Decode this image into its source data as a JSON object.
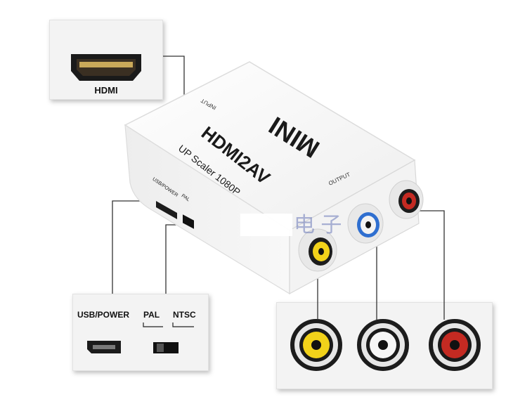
{
  "hdmi_inset": {
    "label": "HDMI"
  },
  "bottom_left_inset": {
    "usb_label": "USB/POWER",
    "pal_label": "PAL",
    "ntsc_label": "NTSC"
  },
  "device": {
    "brand": "MINI",
    "model": "HDMI2AV",
    "subtitle": "UP Scaler 1080P",
    "input_label": "INPUT",
    "output_label": "OUTPUT",
    "usb_side_label": "USB/POWER",
    "pal_side_label": "PAL",
    "watermark": "电 子"
  },
  "rca_inset": {
    "jacks": [
      "yellow",
      "white",
      "red"
    ]
  },
  "colors": {
    "yellow": "#f2d21a",
    "white": "#f4f4f4",
    "red": "#c42a22",
    "blue": "#2f6fd0",
    "device_body": "#f7f7f7"
  }
}
